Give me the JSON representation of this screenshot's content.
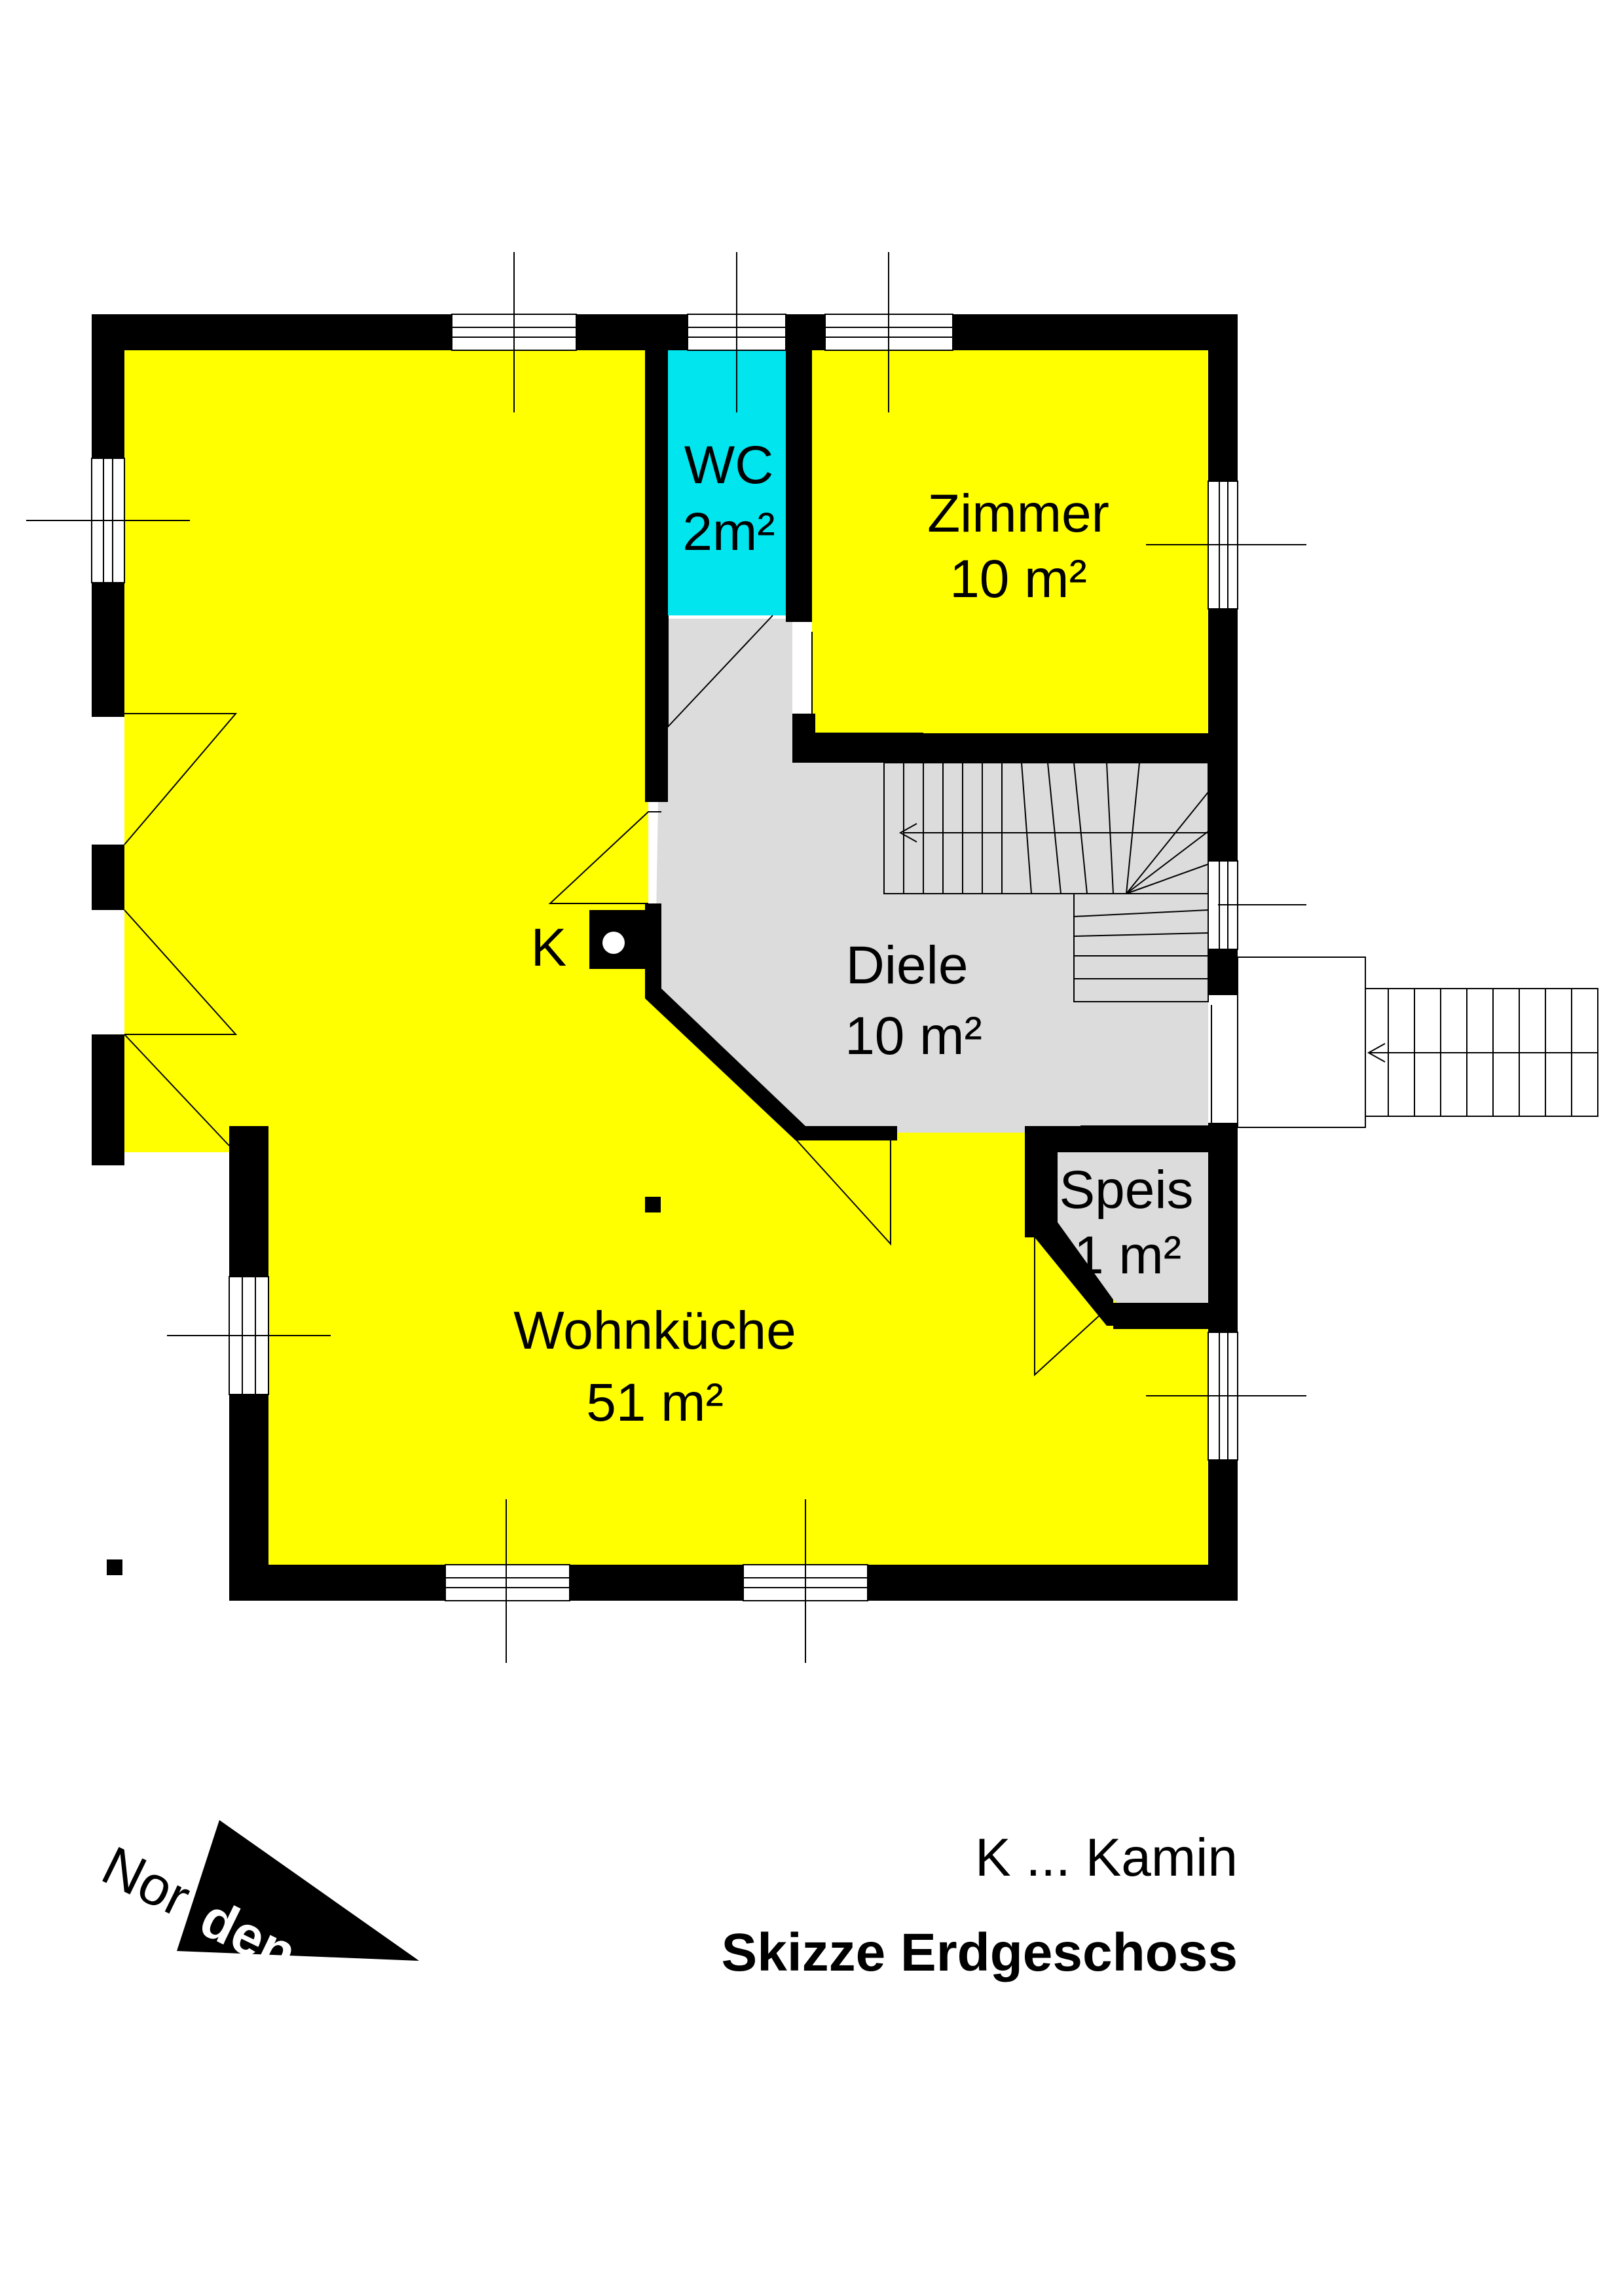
{
  "rooms": {
    "wc": {
      "name": "WC",
      "area": "2m²"
    },
    "zimmer": {
      "name": "Zimmer",
      "area": "10 m²"
    },
    "diele": {
      "name": "Diele",
      "area": "10 m²"
    },
    "speis": {
      "name": "Speis",
      "area": "1 m²"
    },
    "wohnkueche": {
      "name": "Wohnküche",
      "area": "51 m²"
    }
  },
  "markers": {
    "chimney_letter": "K"
  },
  "legend": {
    "text": "K ... Kamin"
  },
  "title": "Skizze Erdgeschoss",
  "north_arrow": {
    "part1": "Nor",
    "part2": "den"
  },
  "colors": {
    "room_yellow": "#ffff00",
    "wc_cyan": "#00e5ee",
    "circulation_grey": "#dcdcdc",
    "wall": "#000000"
  }
}
